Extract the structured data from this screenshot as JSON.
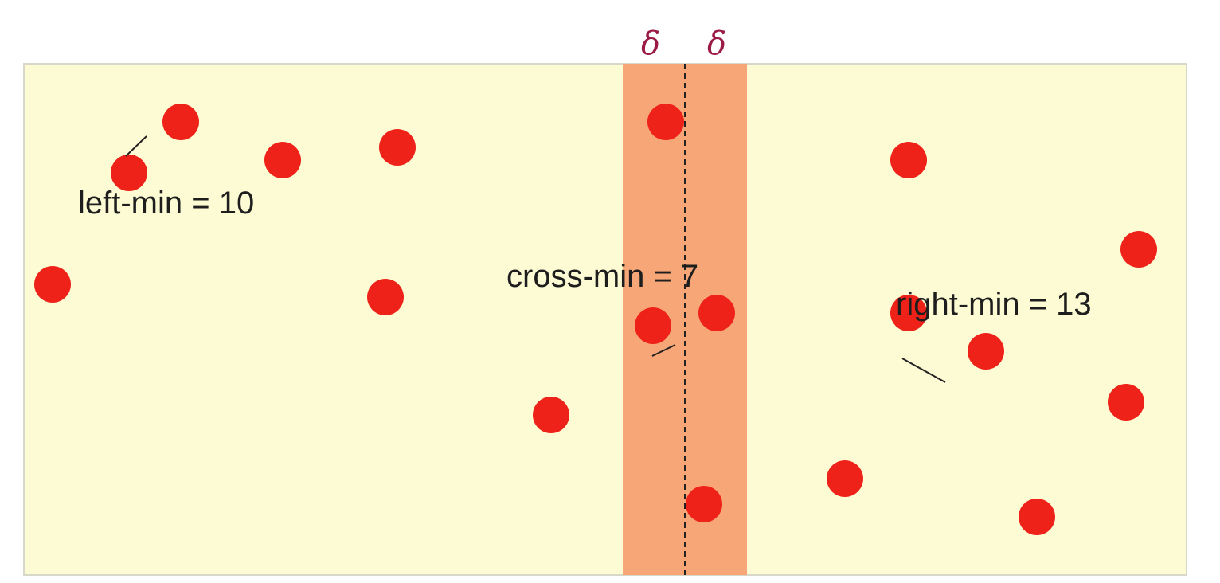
{
  "labels": {
    "delta_left": "δ",
    "delta_right": "δ",
    "left_min": "left-min = 10",
    "cross_min": "cross-min = 7",
    "right_min": "right-min = 13"
  },
  "colors": {
    "background": "#fdfbd3",
    "strip": "#f7a677",
    "point": "#ee2219",
    "delta": "#9b1b46",
    "line": "#222222"
  }
}
